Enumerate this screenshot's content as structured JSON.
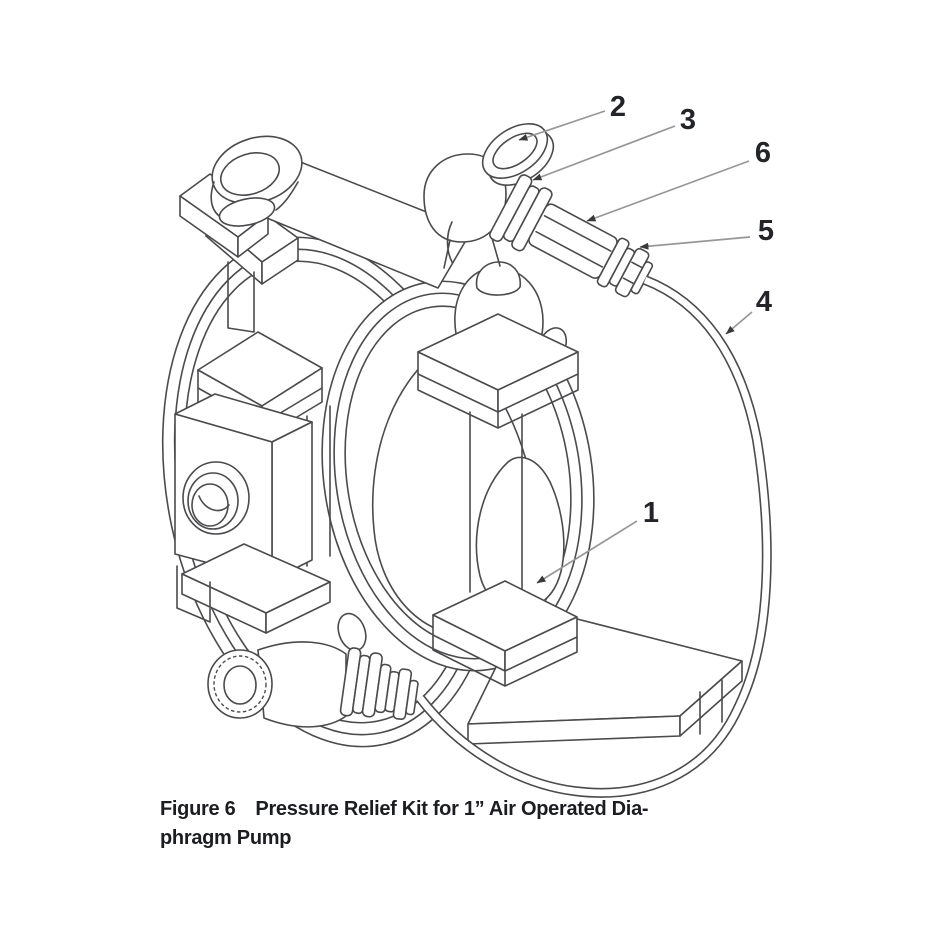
{
  "figure": {
    "type": "technical-line-drawing",
    "subject": "air-operated-diaphragm-pump-with-pressure-relief-kit",
    "caption": {
      "figure_label": "Figure 6",
      "title_line1": "Pressure Relief Kit for 1” Air Operated Dia-",
      "title_line2": "phragm Pump"
    },
    "callouts": [
      {
        "label": "1"
      },
      {
        "label": "2"
      },
      {
        "label": "3"
      },
      {
        "label": "4"
      },
      {
        "label": "5"
      },
      {
        "label": "6"
      }
    ],
    "colors": {
      "line": "#4b4b4e",
      "leader_line": "#979797",
      "callout_text": "#222428",
      "caption_text": "#1b1d21",
      "background": "#ffffff"
    }
  }
}
